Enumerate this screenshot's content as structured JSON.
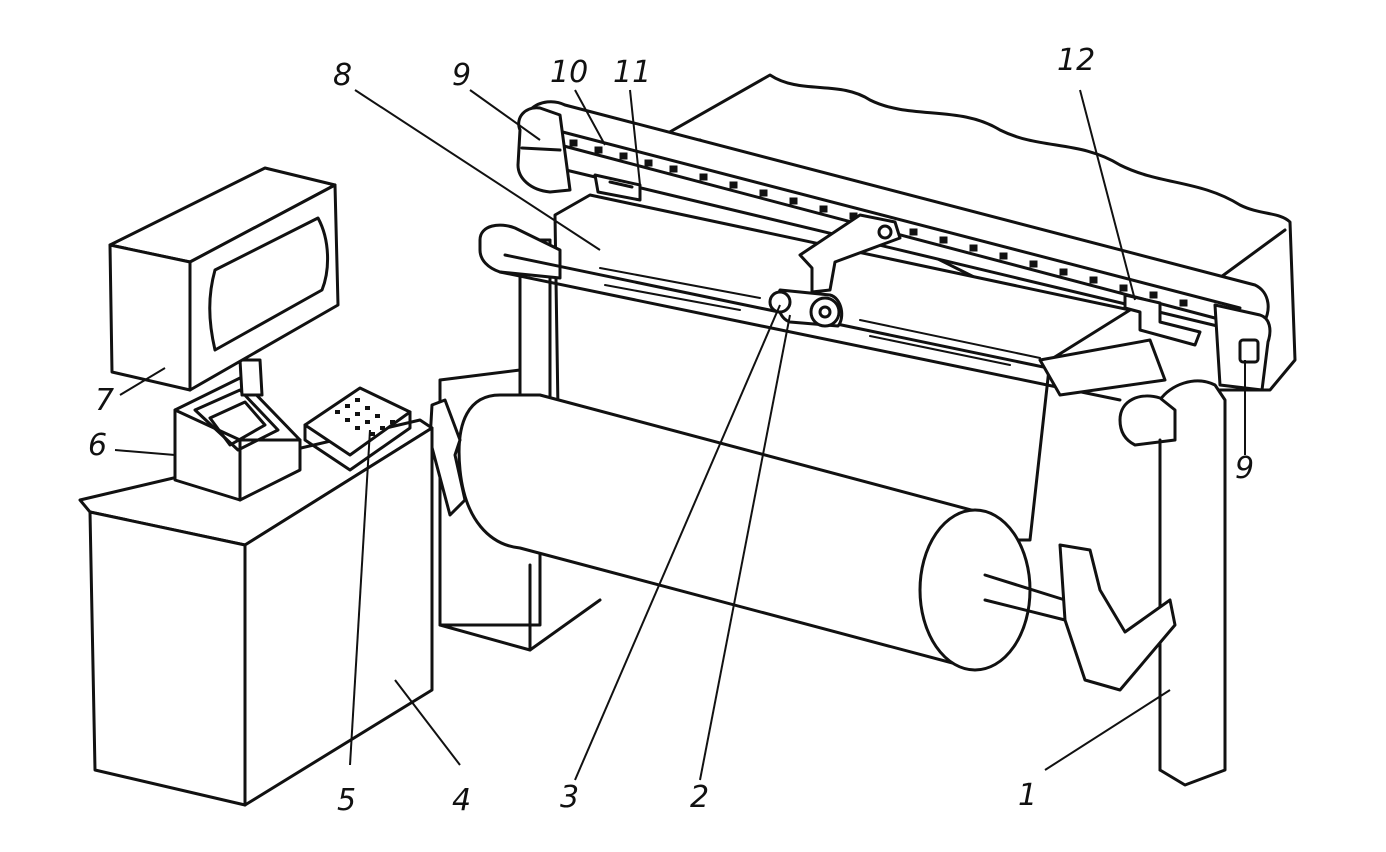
{
  "callouts": [
    {
      "id": "1",
      "text": "1"
    },
    {
      "id": "2",
      "text": "2"
    },
    {
      "id": "3",
      "text": "3"
    },
    {
      "id": "4",
      "text": "4"
    },
    {
      "id": "5",
      "text": "5"
    },
    {
      "id": "6",
      "text": "6"
    },
    {
      "id": "7",
      "text": "7"
    },
    {
      "id": "8",
      "text": "8"
    },
    {
      "id": "9a",
      "text": "9"
    },
    {
      "id": "9b",
      "text": "9"
    },
    {
      "id": "10",
      "text": "10"
    },
    {
      "id": "11",
      "text": "11"
    },
    {
      "id": "12",
      "text": "12"
    }
  ],
  "colors": {
    "ink": "#111111",
    "paper": "#ffffff"
  }
}
